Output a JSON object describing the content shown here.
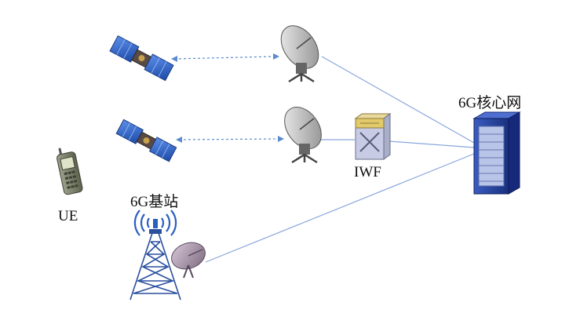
{
  "labels": {
    "core_network": "6G核心网",
    "iwf": "IWF",
    "base_station": "6G基站",
    "ue": "UE"
  },
  "colors": {
    "link_line": "#7f9fd6",
    "dashed_link": "#5b8bd0",
    "solar_panel": "#2a5fbf",
    "server": "#1f3f96"
  },
  "icons": [
    "satellite-icon",
    "dish-antenna-icon",
    "iwf-switch-icon",
    "server-rack-icon",
    "cell-tower-icon",
    "mobile-phone-icon"
  ]
}
